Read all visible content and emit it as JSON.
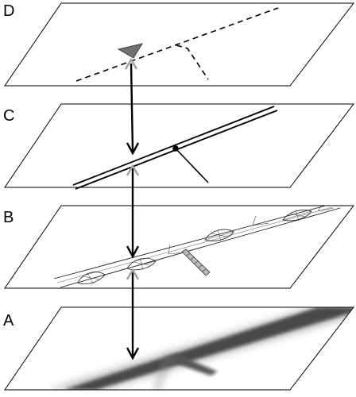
{
  "layers": [
    {
      "id": "D",
      "label": "D"
    },
    {
      "id": "C",
      "label": "C"
    },
    {
      "id": "B",
      "label": "B"
    },
    {
      "id": "A",
      "label": "A"
    }
  ],
  "colors": {
    "outline": "#000000",
    "arrow_main": "#000000",
    "arrow_light": "#a0a0a0",
    "marker_fill": "#707070",
    "photo_dark": "#4a4a4a",
    "photo_soft": "#7a7a7a"
  }
}
